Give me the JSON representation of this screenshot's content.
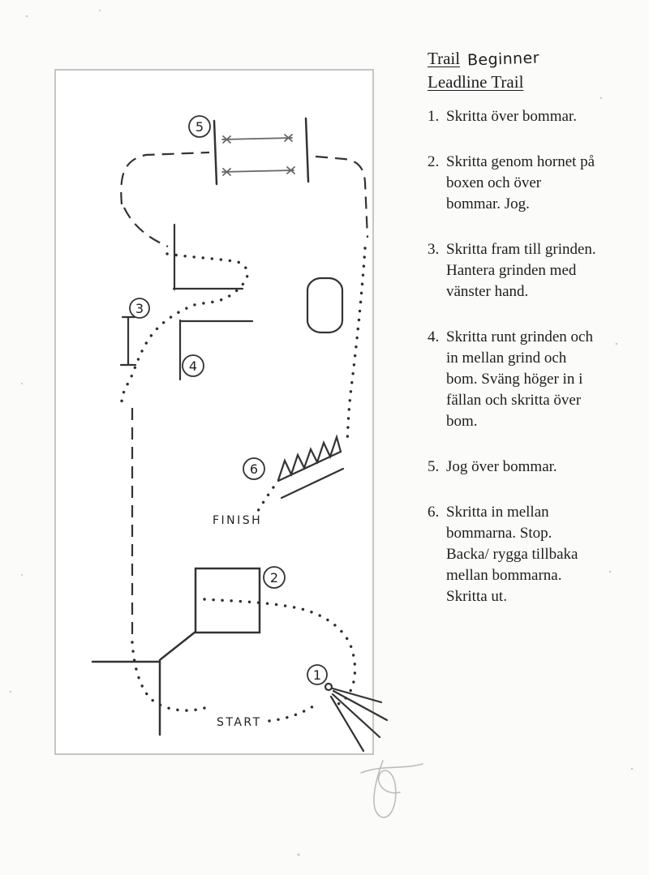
{
  "header": {
    "course_type": "Trail",
    "level": "Beginner",
    "subtitle": "Leadline Trail"
  },
  "instructions": [
    {
      "num": "1.",
      "text": "Skritta över bommar."
    },
    {
      "num": "2.",
      "text": "Skritta genom hornet på\nboxen och över\nbommar. Jog."
    },
    {
      "num": "3.",
      "text": "Skritta fram till grinden.\nHantera grinden med\nvänster hand."
    },
    {
      "num": "4.",
      "text": "Skritta runt grinden och\nin mellan grind och\nbom. Sväng höger in i\nfällan och skritta över\nbom."
    },
    {
      "num": "5.",
      "text": "Jog över bommar."
    },
    {
      "num": "6.",
      "text": "Skritta in mellan\nbommarna. Stop.\nBacka/ rygga tillbaka\nmellan bommarna.\nSkritta ut."
    }
  ],
  "diagram": {
    "markers": [
      "1",
      "2",
      "3",
      "4",
      "5",
      "6"
    ],
    "labels": {
      "start": "START",
      "finish": "FINISH"
    },
    "colors": {
      "ink": "#333333",
      "paper": "#fbfbfa",
      "pencil": "#bdbdbd"
    }
  }
}
